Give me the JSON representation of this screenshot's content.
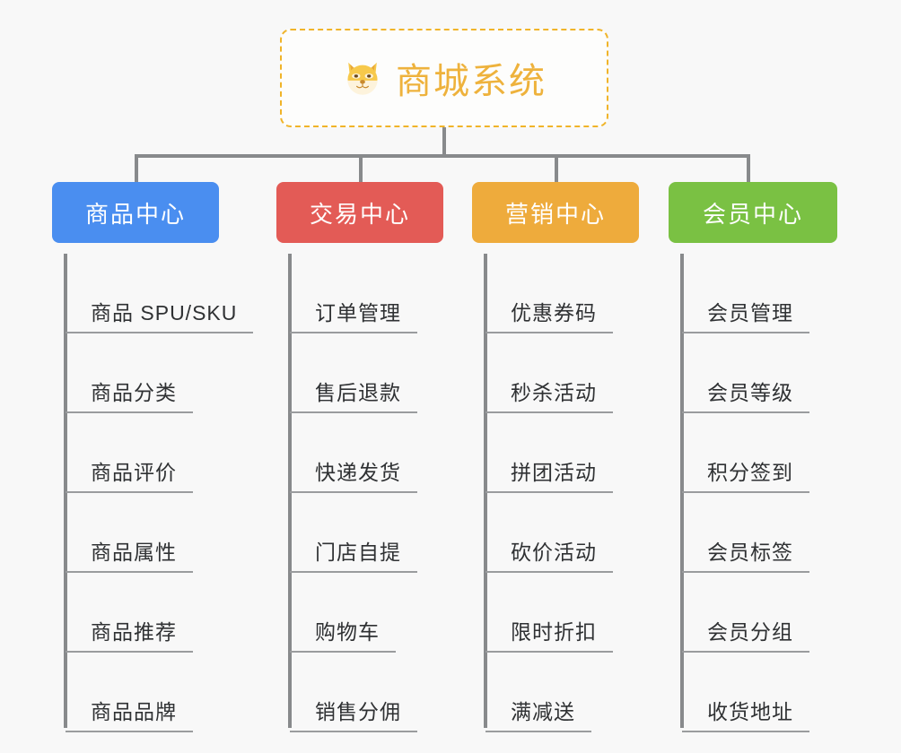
{
  "canvas": {
    "background": "#f8f8f8",
    "connector_color": "#888a8c"
  },
  "root": {
    "icon": "dog-face-emoji",
    "title": "商城系统",
    "text_color": "#eeb23c",
    "border_color": "#f0b429",
    "border_style": "dashed"
  },
  "branches": [
    {
      "label": "商品中心",
      "color": "#4a8ef0",
      "items": [
        "商品 SPU/SKU",
        "商品分类",
        "商品评价",
        "商品属性",
        "商品推荐",
        "商品品牌"
      ]
    },
    {
      "label": "交易中心",
      "color": "#e35b56",
      "items": [
        "订单管理",
        "售后退款",
        "快递发货",
        "门店自提",
        "购物车",
        "销售分佣"
      ]
    },
    {
      "label": "营销中心",
      "color": "#eeab3c",
      "items": [
        "优惠券码",
        "秒杀活动",
        "拼团活动",
        "砍价活动",
        "限时折扣",
        "满减送"
      ]
    },
    {
      "label": "会员中心",
      "color": "#7ac143",
      "items": [
        "会员管理",
        "会员等级",
        "积分签到",
        "会员标签",
        "会员分组",
        "收货地址"
      ]
    }
  ]
}
